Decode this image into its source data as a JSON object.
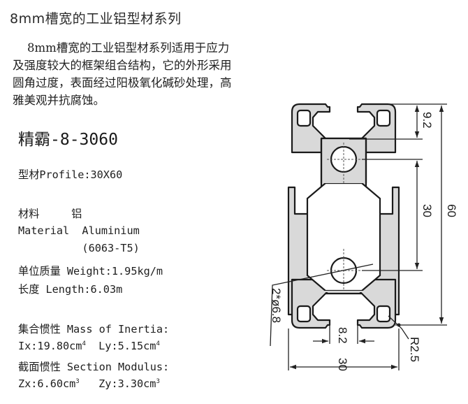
{
  "header": {
    "title": "8mm槽宽的工业铝型材系列"
  },
  "intro": {
    "lines": [
      "    8mm槽宽的工业铝型材系列适用于应力",
      "及强度较大的框架组合结构，它的外形采用",
      "圆角过度，表面经过阳极氧化碱砂处理，高",
      "雅美观并抗腐蚀。"
    ]
  },
  "product": {
    "model": "精霸-8-3060"
  },
  "specs": {
    "profile": "型材Profile:30X60",
    "material_cn": "材料     铝",
    "material_en": "Material  Aluminium",
    "material_grade": "          (6063-T5)",
    "weight": "单位质量 Weight:1.95kg/m",
    "length": "长度 Length:6.03m",
    "inertia_label": "集合惯性 Mass of Inertia:",
    "ix_label": "Ix:19.80cm",
    "ix_exp": "4",
    "ly_label": "Ly:5.15cm",
    "ly_exp": "4",
    "modulus_label": "截面惯性 Section Modulus:",
    "zx_label": "Zx:6.60cm",
    "zx_exp": "3",
    "zy_label": "Zy:3.30cm",
    "zy_exp": "3"
  },
  "drawing": {
    "dimensions": {
      "top_slot": "9.2",
      "center_spacing": "30",
      "overall_height": "60",
      "holes": "2*ø6.8",
      "slot_width": "8.2",
      "overall_width": "30",
      "corner_radius": "R2.5"
    },
    "colors": {
      "fill": "#d9d9d9",
      "outline": "#1a1a1a",
      "dim_line": "#222222"
    }
  }
}
